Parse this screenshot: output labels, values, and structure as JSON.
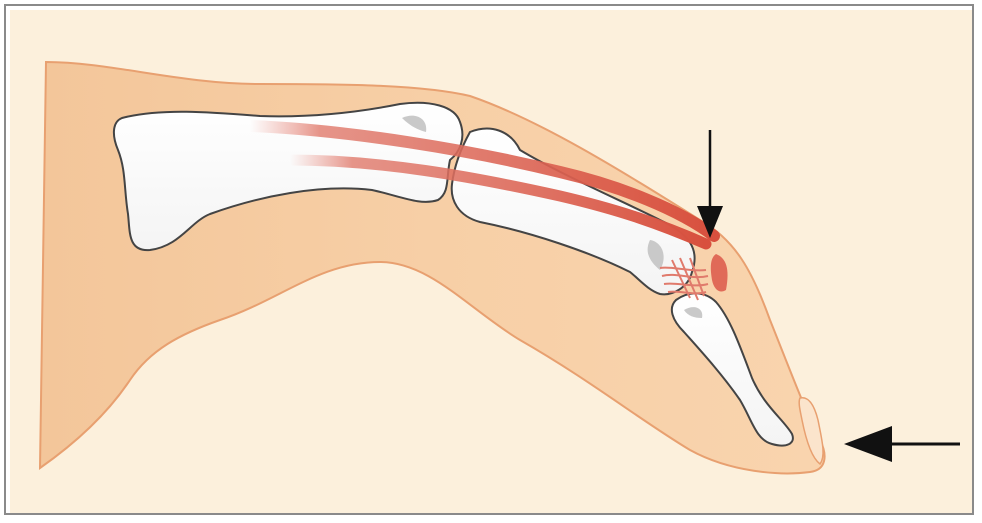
{
  "figure": {
    "subject": "finger-anatomy-illustration",
    "colors": {
      "background": "#fcf0dc",
      "skin": "#f8d0a8",
      "skin_outline": "#e8a070",
      "bone": "#ffffff",
      "bone_outline": "#444444",
      "tendon": "#e0685a",
      "arrow": "#111111",
      "frame": "#8a8a8a"
    },
    "arrows": [
      {
        "name": "pointer-arrow-down",
        "direction": "down"
      },
      {
        "name": "pressure-arrow-left",
        "direction": "left"
      }
    ]
  }
}
